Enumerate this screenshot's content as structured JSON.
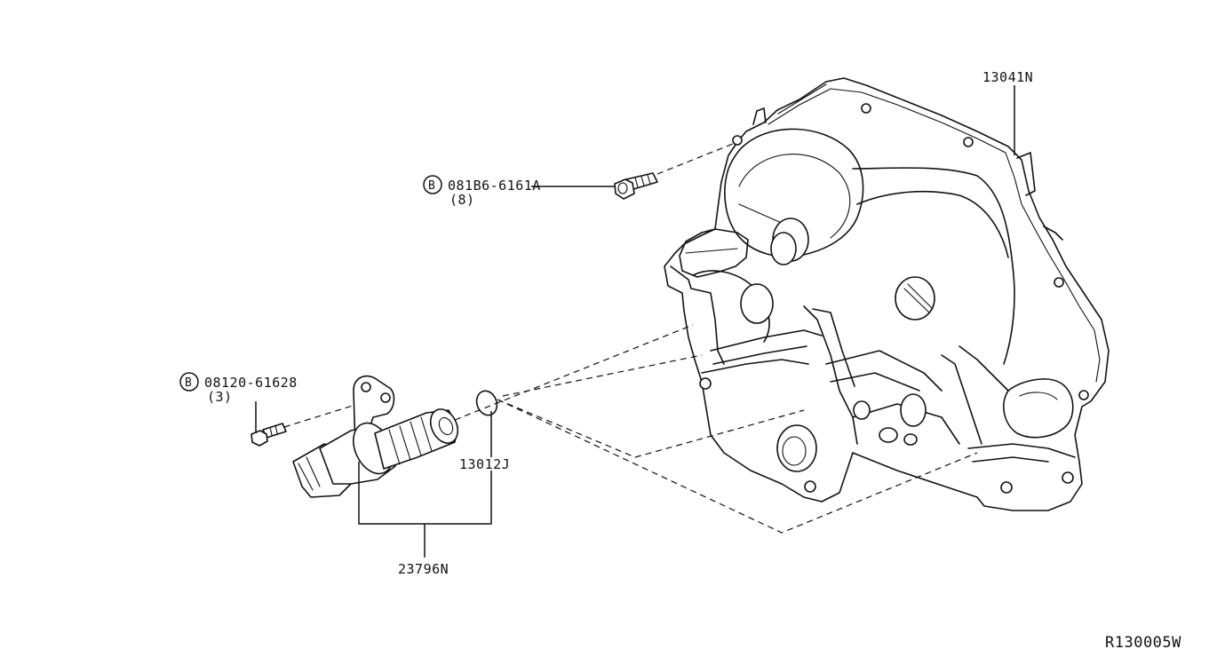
{
  "parts": {
    "cover": {
      "number": "13041N"
    },
    "cover_bolt": {
      "number": "081B6-6161A",
      "qty": "(8)",
      "prefix": "B"
    },
    "solenoid_bolt": {
      "number": "08120-61628",
      "qty": "(3)",
      "prefix": "B"
    },
    "o_ring": {
      "number": "13012J"
    },
    "solenoid_valve": {
      "number": "23796N"
    }
  },
  "diagram_code": "R130005W"
}
